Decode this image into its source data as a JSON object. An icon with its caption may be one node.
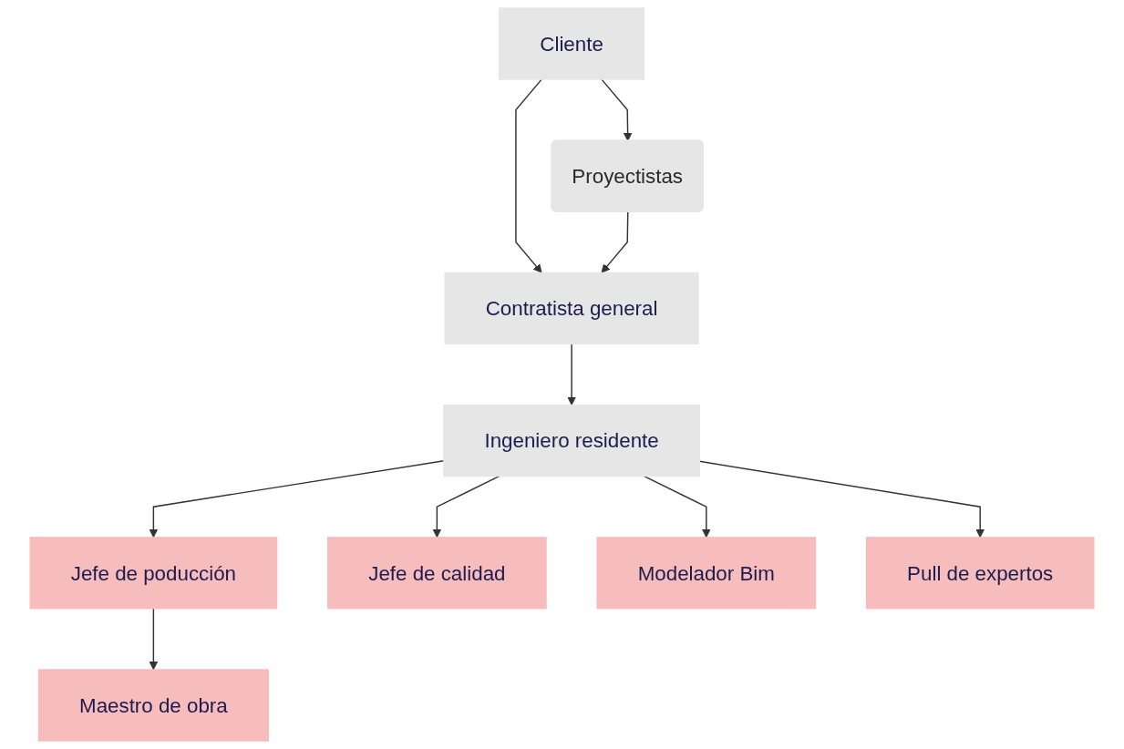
{
  "diagram": {
    "nodes": [
      {
        "text": [
          "Cliente"
        ]
      },
      {
        "text": [
          "Proyectistas"
        ]
      },
      {
        "text": [
          "Contratista general"
        ]
      },
      {
        "text": [
          "Ingeniero residente"
        ]
      },
      {
        "text": [
          "Jefe de poducción"
        ]
      },
      {
        "text": [
          "Jefe de calidad"
        ]
      },
      {
        "text": [
          "Modelador Bim"
        ]
      },
      {
        "text": [
          "Pull de expertos"
        ]
      },
      {
        "text": [
          "Maestro de obra"
        ]
      }
    ],
    "edges": [
      {
        "from": 0,
        "to": 1,
        "arrow": "to"
      },
      {
        "from": 0,
        "to": 2,
        "arrow": "to"
      },
      {
        "from": 1,
        "to": 2,
        "arrow": "to"
      },
      {
        "from": 2,
        "to": 3,
        "arrow": "to"
      },
      {
        "from": 3,
        "to": 4,
        "arrow": "to"
      },
      {
        "from": 3,
        "to": 5,
        "arrow": "to"
      },
      {
        "from": 3,
        "to": 6,
        "arrow": "to"
      },
      {
        "from": 3,
        "to": 7,
        "arrow": "to"
      },
      {
        "from": 4,
        "to": 8,
        "arrow": "to"
      }
    ]
  }
}
